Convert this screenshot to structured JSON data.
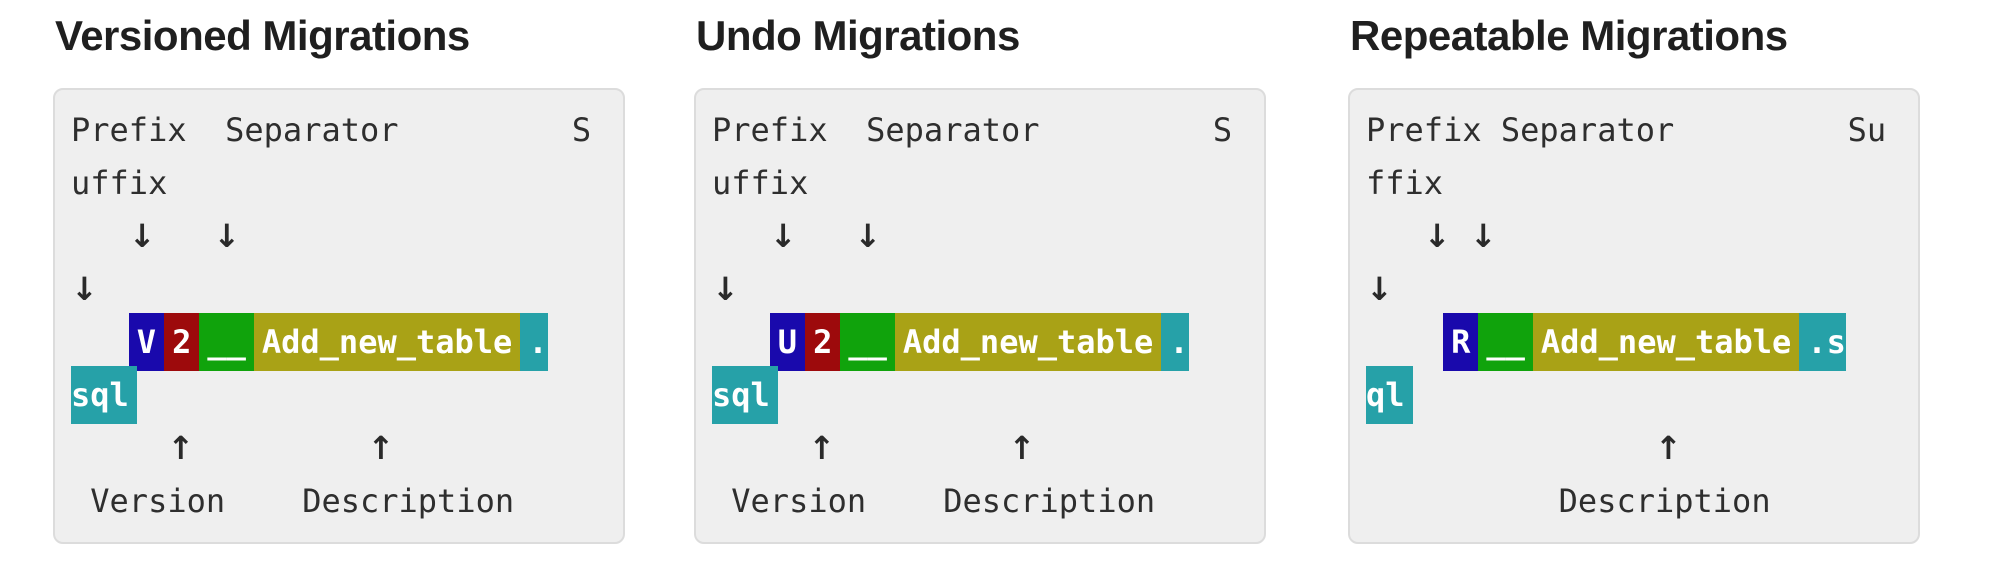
{
  "colors": {
    "prefix": "#1909AC",
    "version": "#9D0A0C",
    "separator": "#10A30C",
    "description": "#A9A216",
    "suffix": "#26A1A8",
    "card_background": "#EFEFEF",
    "card_border": "#DCDCDC",
    "text": "#2E2E2E",
    "title": "#1F1F1F"
  },
  "panels": [
    {
      "title": "Versioned Migrations",
      "rows": {
        "top_labels_line1": "Prefix  Separator         S",
        "top_labels_line2": "uffix",
        "down_arrows_line": "   ↓   ↓",
        "down_arrow_wrap_line": "↓",
        "up_arrows_line": "     ↑         ↑",
        "bottom_labels_line": " Version    Description"
      },
      "filename": {
        "indent": "   ",
        "segments": [
          {
            "text": "V",
            "part": "prefix",
            "color": "prefix"
          },
          {
            "text": "2",
            "part": "version",
            "color": "version"
          },
          {
            "text": "__",
            "part": "separator",
            "color": "separator"
          },
          {
            "text": "Add_new_table",
            "part": "description",
            "color": "description"
          },
          {
            "text": ".",
            "part": "suffix",
            "color": "suffix",
            "split": "head"
          }
        ],
        "wrapped_suffix": "sql"
      }
    },
    {
      "title": "Undo Migrations",
      "rows": {
        "top_labels_line1": "Prefix  Separator         S",
        "top_labels_line2": "uffix",
        "down_arrows_line": "   ↓   ↓",
        "down_arrow_wrap_line": "↓",
        "up_arrows_line": "     ↑         ↑",
        "bottom_labels_line": " Version    Description"
      },
      "filename": {
        "indent": "   ",
        "segments": [
          {
            "text": "U",
            "part": "prefix",
            "color": "prefix"
          },
          {
            "text": "2",
            "part": "version",
            "color": "version"
          },
          {
            "text": "__",
            "part": "separator",
            "color": "separator"
          },
          {
            "text": "Add_new_table",
            "part": "description",
            "color": "description"
          },
          {
            "text": ".",
            "part": "suffix",
            "color": "suffix",
            "split": "head"
          }
        ],
        "wrapped_suffix": "sql"
      }
    },
    {
      "title": "Repeatable Migrations",
      "rows": {
        "top_labels_line1": "Prefix Separator         Su",
        "top_labels_line2": "ffix",
        "down_arrows_line": "   ↓ ↓",
        "down_arrow_wrap_line": "↓",
        "up_arrows_line": "               ↑",
        "bottom_labels_line": "          Description"
      },
      "filename": {
        "indent": "    ",
        "segments": [
          {
            "text": "R",
            "part": "prefix",
            "color": "prefix"
          },
          {
            "text": "__",
            "part": "separator",
            "color": "separator"
          },
          {
            "text": "Add_new_table",
            "part": "description",
            "color": "description"
          },
          {
            "text": ".s",
            "part": "suffix",
            "color": "suffix",
            "split": "head"
          }
        ],
        "wrapped_suffix": "ql"
      }
    }
  ]
}
